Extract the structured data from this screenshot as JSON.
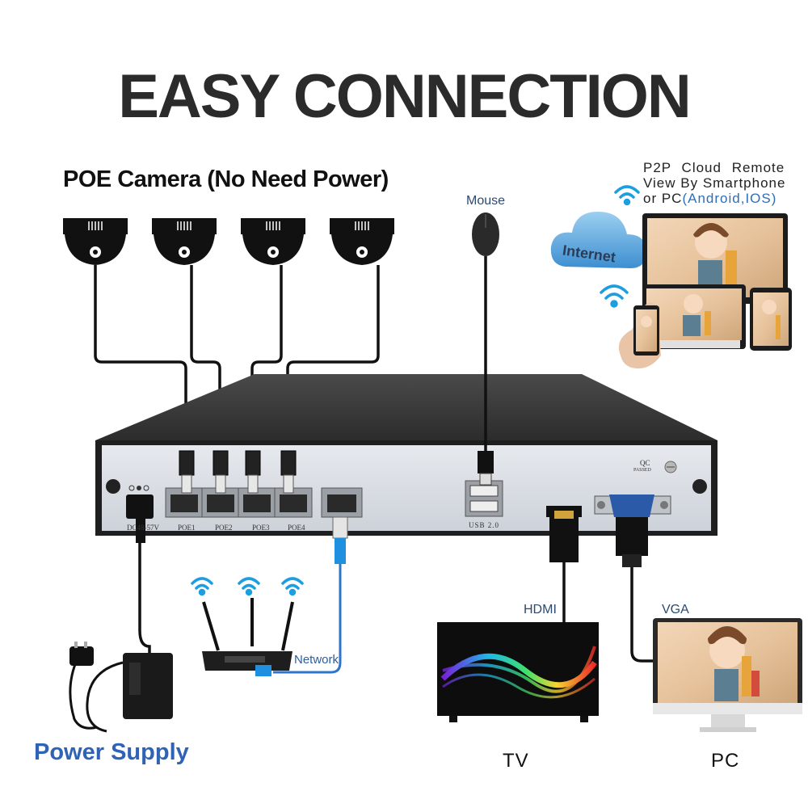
{
  "title": "EASY CONNECTION",
  "poe_title": "POE Camera (No Need Power)",
  "mouse_label": "Mouse",
  "p2p": {
    "line1": "P2P Cloud Remote",
    "line2": "View By Smartphone",
    "line3_prefix": "or PC",
    "line3_blue": "(Android,IOS)"
  },
  "internet_label": "Internet",
  "ports": {
    "dc": "DC48-57V",
    "poe1": "POE1",
    "poe2": "POE2",
    "poe3": "POE3",
    "poe4": "POE4",
    "usb": "USB 2.0",
    "qc": "QC",
    "passed": "PASSED"
  },
  "hdmi_label": "HDMI",
  "vga_label": "VGA",
  "network_label": "Network",
  "power_label": "Power Supply",
  "tv_label": "TV",
  "pc_label": "PC",
  "colors": {
    "title": "#2b2b2b",
    "accent_blue": "#2f63b5",
    "wifi_blue": "#1b9fe0",
    "nvr_panel": "#d9dde3",
    "nvr_top": "#3a3a3a"
  }
}
